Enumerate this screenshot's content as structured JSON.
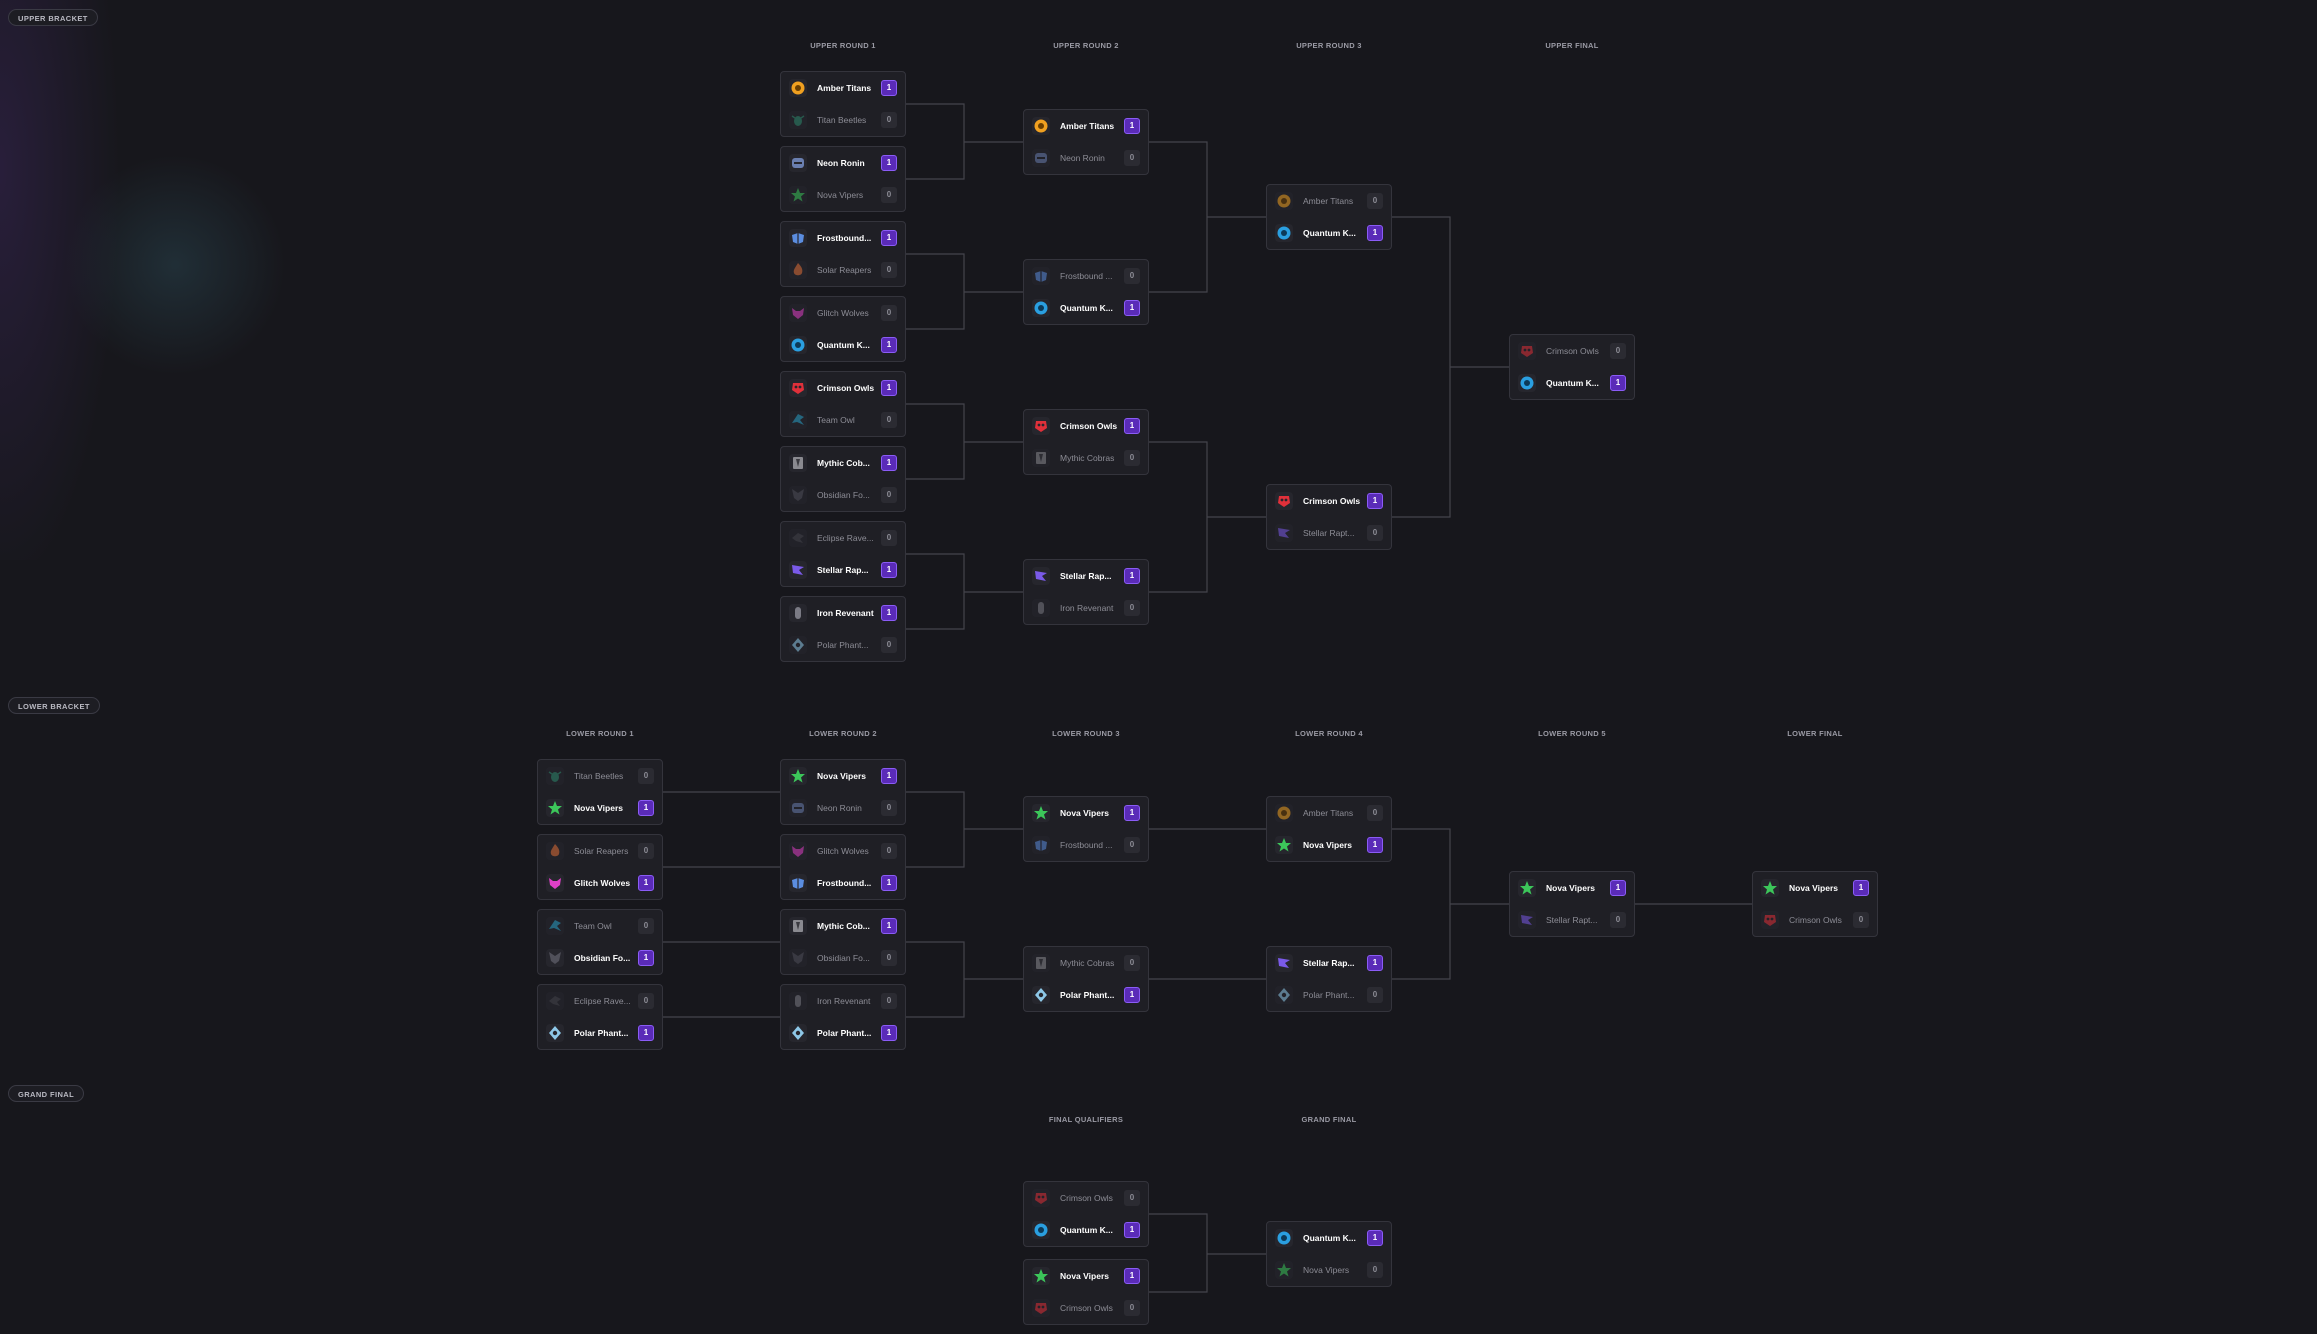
{
  "colors": {
    "background": "#17171c",
    "card": "#1f1f25",
    "card_border": "#34343c",
    "connector": "#44444c",
    "winner_score_bg": "#5a2bb8",
    "winner_score_border": "#8b5cf6",
    "loser_score_bg": "#2b2b32"
  },
  "teams": {
    "amber-titans": {
      "name": "Amber Titans",
      "color": "#f0a020",
      "icon": "sun-emblem-icon"
    },
    "titan-beetles": {
      "name": "Titan Beetles",
      "color": "#2e8a6e",
      "icon": "beetle-icon"
    },
    "neon-ronin": {
      "name": "Neon Ronin",
      "color": "#6a7fb0",
      "icon": "helmet-icon"
    },
    "nova-vipers": {
      "name": "Nova Vipers",
      "color": "#3cc65a",
      "icon": "star-viper-icon"
    },
    "frostbound": {
      "name": "Frostbound Titans",
      "color": "#5b8de0",
      "icon": "frost-wings-icon"
    },
    "solar-reapers": {
      "name": "Solar Reapers",
      "color": "#e0703a",
      "icon": "flame-icon"
    },
    "glitch-wolves": {
      "name": "Glitch Wolves",
      "color": "#e040c8",
      "icon": "wolf-icon"
    },
    "quantum-k": {
      "name": "Quantum Knights",
      "color": "#2a9fe0",
      "icon": "orbit-icon"
    },
    "crimson-owls": {
      "name": "Crimson Owls",
      "color": "#e0303a",
      "icon": "owl-icon"
    },
    "team-owl": {
      "name": "Team Owl",
      "color": "#2aa0c8",
      "icon": "bird-icon"
    },
    "mythic-cobras": {
      "name": "Mythic Cobras",
      "color": "#8a8a90",
      "icon": "cobra-icon"
    },
    "obsidian-fo": {
      "name": "Obsidian Foxes",
      "color": "#50505a",
      "icon": "fox-icon"
    },
    "eclipse-rave": {
      "name": "Eclipse Ravens",
      "color": "#44444c",
      "icon": "raven-icon"
    },
    "stellar-rap": {
      "name": "Stellar Raptors",
      "color": "#7a5ae8",
      "icon": "raptor-icon"
    },
    "iron-revenant": {
      "name": "Iron Revenant",
      "color": "#7a7a84",
      "icon": "knight-icon"
    },
    "polar-phant": {
      "name": "Polar Phantoms",
      "color": "#8ec8e8",
      "icon": "phantom-icon"
    }
  },
  "sections": [
    {
      "id": "upper",
      "label": "UPPER BRACKET"
    },
    {
      "id": "lower",
      "label": "LOWER BRACKET"
    },
    {
      "id": "grand",
      "label": "GRAND FINAL"
    }
  ],
  "rounds": [
    {
      "id": "ur1",
      "title": "UPPER ROUND 1",
      "matches": [
        [
          {
            "team": "amber-titans",
            "label": "Amber Titans",
            "score": "1",
            "win": true
          },
          {
            "team": "titan-beetles",
            "label": "Titan Beetles",
            "score": "0",
            "win": false
          }
        ],
        [
          {
            "team": "neon-ronin",
            "label": "Neon Ronin",
            "score": "1",
            "win": true
          },
          {
            "team": "nova-vipers",
            "label": "Nova Vipers",
            "score": "0",
            "win": false
          }
        ],
        [
          {
            "team": "frostbound",
            "label": "Frostbound...",
            "score": "1",
            "win": true
          },
          {
            "team": "solar-reapers",
            "label": "Solar Reapers",
            "score": "0",
            "win": false
          }
        ],
        [
          {
            "team": "glitch-wolves",
            "label": "Glitch Wolves",
            "score": "0",
            "win": false
          },
          {
            "team": "quantum-k",
            "label": "Quantum K...",
            "score": "1",
            "win": true
          }
        ],
        [
          {
            "team": "crimson-owls",
            "label": "Crimson Owls",
            "score": "1",
            "win": true
          },
          {
            "team": "team-owl",
            "label": "Team Owl",
            "score": "0",
            "win": false
          }
        ],
        [
          {
            "team": "mythic-cobras",
            "label": "Mythic Cob...",
            "score": "1",
            "win": true
          },
          {
            "team": "obsidian-fo",
            "label": "Obsidian Fo...",
            "score": "0",
            "win": false
          }
        ],
        [
          {
            "team": "eclipse-rave",
            "label": "Eclipse Rave...",
            "score": "0",
            "win": false
          },
          {
            "team": "stellar-rap",
            "label": "Stellar Rap...",
            "score": "1",
            "win": true
          }
        ],
        [
          {
            "team": "iron-revenant",
            "label": "Iron Revenant",
            "score": "1",
            "win": true
          },
          {
            "team": "polar-phant",
            "label": "Polar Phant...",
            "score": "0",
            "win": false
          }
        ]
      ]
    },
    {
      "id": "ur2",
      "title": "UPPER ROUND 2",
      "matches": [
        [
          {
            "team": "amber-titans",
            "label": "Amber Titans",
            "score": "1",
            "win": true
          },
          {
            "team": "neon-ronin",
            "label": "Neon Ronin",
            "score": "0",
            "win": false
          }
        ],
        [
          {
            "team": "frostbound",
            "label": "Frostbound ...",
            "score": "0",
            "win": false
          },
          {
            "team": "quantum-k",
            "label": "Quantum K...",
            "score": "1",
            "win": true
          }
        ],
        [
          {
            "team": "crimson-owls",
            "label": "Crimson Owls",
            "score": "1",
            "win": true
          },
          {
            "team": "mythic-cobras",
            "label": "Mythic Cobras",
            "score": "0",
            "win": false
          }
        ],
        [
          {
            "team": "stellar-rap",
            "label": "Stellar Rap...",
            "score": "1",
            "win": true
          },
          {
            "team": "iron-revenant",
            "label": "Iron Revenant",
            "score": "0",
            "win": false
          }
        ]
      ]
    },
    {
      "id": "ur3",
      "title": "UPPER ROUND 3",
      "matches": [
        [
          {
            "team": "amber-titans",
            "label": "Amber Titans",
            "score": "0",
            "win": false
          },
          {
            "team": "quantum-k",
            "label": "Quantum K...",
            "score": "1",
            "win": true
          }
        ],
        [
          {
            "team": "crimson-owls",
            "label": "Crimson Owls",
            "score": "1",
            "win": true
          },
          {
            "team": "stellar-rap",
            "label": "Stellar Rapt...",
            "score": "0",
            "win": false
          }
        ]
      ]
    },
    {
      "id": "uf",
      "title": "UPPER FINAL",
      "matches": [
        [
          {
            "team": "crimson-owls",
            "label": "Crimson Owls",
            "score": "0",
            "win": false
          },
          {
            "team": "quantum-k",
            "label": "Quantum K...",
            "score": "1",
            "win": true
          }
        ]
      ]
    },
    {
      "id": "lr1",
      "title": "LOWER ROUND 1",
      "matches": [
        [
          {
            "team": "titan-beetles",
            "label": "Titan Beetles",
            "score": "0",
            "win": false
          },
          {
            "team": "nova-vipers",
            "label": "Nova Vipers",
            "score": "1",
            "win": true
          }
        ],
        [
          {
            "team": "solar-reapers",
            "label": "Solar Reapers",
            "score": "0",
            "win": false
          },
          {
            "team": "glitch-wolves",
            "label": "Glitch Wolves",
            "score": "1",
            "win": true
          }
        ],
        [
          {
            "team": "team-owl",
            "label": "Team Owl",
            "score": "0",
            "win": false
          },
          {
            "team": "obsidian-fo",
            "label": "Obsidian Fo...",
            "score": "1",
            "win": true
          }
        ],
        [
          {
            "team": "eclipse-rave",
            "label": "Eclipse Rave...",
            "score": "0",
            "win": false
          },
          {
            "team": "polar-phant",
            "label": "Polar Phant...",
            "score": "1",
            "win": true
          }
        ]
      ]
    },
    {
      "id": "lr2",
      "title": "LOWER ROUND 2",
      "matches": [
        [
          {
            "team": "nova-vipers",
            "label": "Nova Vipers",
            "score": "1",
            "win": true
          },
          {
            "team": "neon-ronin",
            "label": "Neon Ronin",
            "score": "0",
            "win": false
          }
        ],
        [
          {
            "team": "glitch-wolves",
            "label": "Glitch Wolves",
            "score": "0",
            "win": false
          },
          {
            "team": "frostbound",
            "label": "Frostbound...",
            "score": "1",
            "win": true
          }
        ],
        [
          {
            "team": "mythic-cobras",
            "label": "Mythic Cob...",
            "score": "1",
            "win": true
          },
          {
            "team": "obsidian-fo",
            "label": "Obsidian Fo...",
            "score": "0",
            "win": false
          }
        ],
        [
          {
            "team": "iron-revenant",
            "label": "Iron Revenant",
            "score": "0",
            "win": false
          },
          {
            "team": "polar-phant",
            "label": "Polar Phant...",
            "score": "1",
            "win": true
          }
        ]
      ]
    },
    {
      "id": "lr3",
      "title": "LOWER ROUND 3",
      "matches": [
        [
          {
            "team": "nova-vipers",
            "label": "Nova Vipers",
            "score": "1",
            "win": true
          },
          {
            "team": "frostbound",
            "label": "Frostbound ...",
            "score": "0",
            "win": false
          }
        ],
        [
          {
            "team": "mythic-cobras",
            "label": "Mythic Cobras",
            "score": "0",
            "win": false
          },
          {
            "team": "polar-phant",
            "label": "Polar Phant...",
            "score": "1",
            "win": true
          }
        ]
      ]
    },
    {
      "id": "lr4",
      "title": "LOWER ROUND 4",
      "matches": [
        [
          {
            "team": "amber-titans",
            "label": "Amber Titans",
            "score": "0",
            "win": false
          },
          {
            "team": "nova-vipers",
            "label": "Nova Vipers",
            "score": "1",
            "win": true
          }
        ],
        [
          {
            "team": "stellar-rap",
            "label": "Stellar Rap...",
            "score": "1",
            "win": true
          },
          {
            "team": "polar-phant",
            "label": "Polar Phant...",
            "score": "0",
            "win": false
          }
        ]
      ]
    },
    {
      "id": "lr5",
      "title": "LOWER ROUND 5",
      "matches": [
        [
          {
            "team": "nova-vipers",
            "label": "Nova Vipers",
            "score": "1",
            "win": true
          },
          {
            "team": "stellar-rap",
            "label": "Stellar Rapt...",
            "score": "0",
            "win": false
          }
        ]
      ]
    },
    {
      "id": "lf",
      "title": "LOWER FINAL",
      "matches": [
        [
          {
            "team": "nova-vipers",
            "label": "Nova Vipers",
            "score": "1",
            "win": true
          },
          {
            "team": "crimson-owls",
            "label": "Crimson Owls",
            "score": "0",
            "win": false
          }
        ]
      ]
    },
    {
      "id": "fq",
      "title": "FINAL QUALIFIERS",
      "matches": [
        [
          {
            "team": "crimson-owls",
            "label": "Crimson Owls",
            "score": "0",
            "win": false
          },
          {
            "team": "quantum-k",
            "label": "Quantum K...",
            "score": "1",
            "win": true
          }
        ],
        [
          {
            "team": "nova-vipers",
            "label": "Nova Vipers",
            "score": "1",
            "win": true
          },
          {
            "team": "crimson-owls",
            "label": "Crimson Owls",
            "score": "0",
            "win": false
          }
        ]
      ]
    },
    {
      "id": "gf",
      "title": "GRAND FINAL",
      "matches": [
        [
          {
            "team": "quantum-k",
            "label": "Quantum K...",
            "score": "1",
            "win": true
          },
          {
            "team": "nova-vipers",
            "label": "Nova Vipers",
            "score": "0",
            "win": false
          }
        ]
      ]
    }
  ]
}
